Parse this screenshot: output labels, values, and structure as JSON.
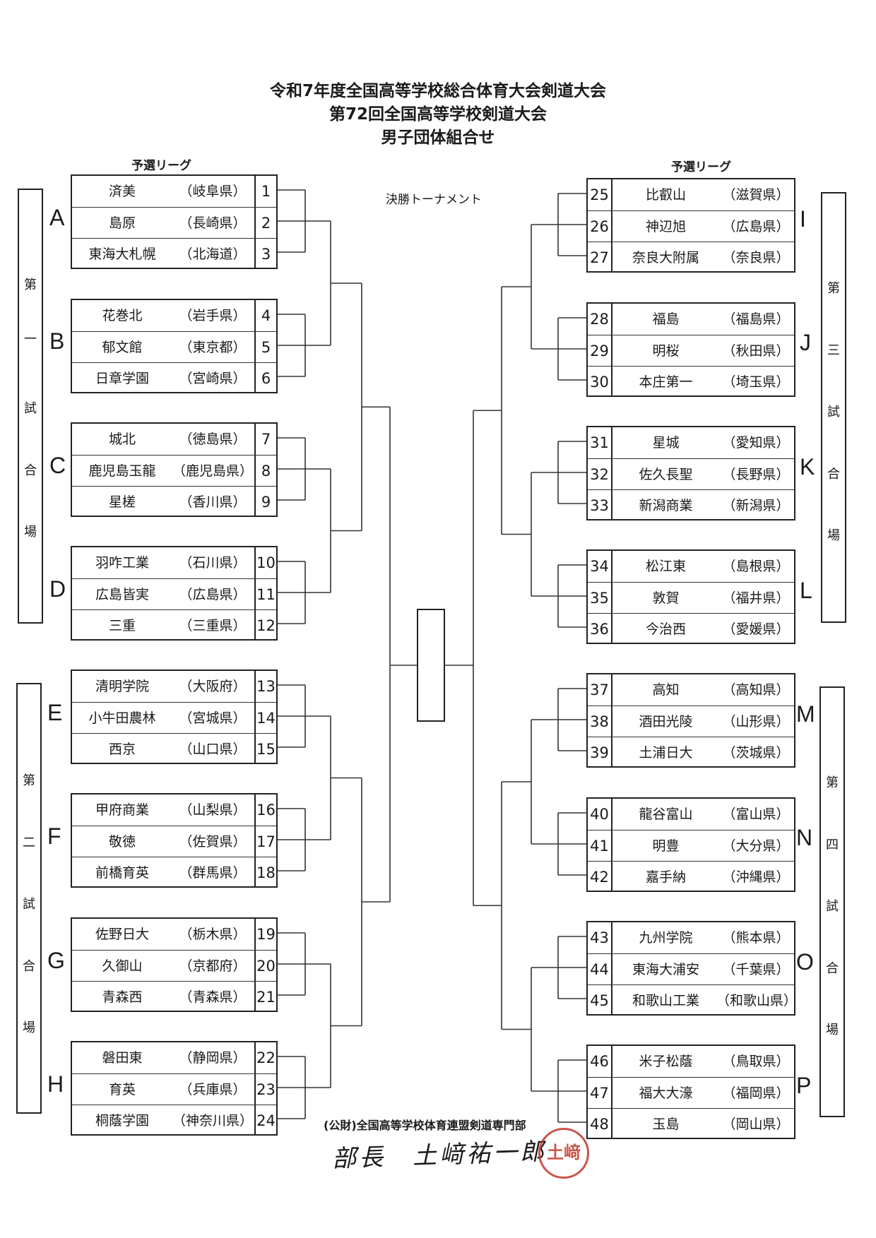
{
  "header": {
    "line1": "令和7年度全国高等学校総合体育大会剣道大会",
    "line2": "第72回全国高等学校剣道大会",
    "line3": "男子団体組合せ"
  },
  "labels": {
    "league_left": "予選リーグ",
    "league_right": "予選リーグ",
    "final": "決勝トーナメント"
  },
  "venues": [
    {
      "chars": [
        "第",
        "一",
        "試",
        "合",
        "場"
      ]
    },
    {
      "chars": [
        "第",
        "二",
        "試",
        "合",
        "場"
      ]
    },
    {
      "chars": [
        "第",
        "三",
        "試",
        "合",
        "場"
      ]
    },
    {
      "chars": [
        "第",
        "四",
        "試",
        "合",
        "場"
      ]
    }
  ],
  "groups": [
    {
      "letter": "A",
      "teams": [
        {
          "num": "1",
          "name": "済美",
          "pref": "（岐阜県）"
        },
        {
          "num": "2",
          "name": "島原",
          "pref": "（長崎県）"
        },
        {
          "num": "3",
          "name": "東海大札幌",
          "pref": "（北海道）"
        }
      ]
    },
    {
      "letter": "B",
      "teams": [
        {
          "num": "4",
          "name": "花巻北",
          "pref": "（岩手県）"
        },
        {
          "num": "5",
          "name": "郁文館",
          "pref": "（東京都）"
        },
        {
          "num": "6",
          "name": "日章学園",
          "pref": "（宮崎県）"
        }
      ]
    },
    {
      "letter": "C",
      "teams": [
        {
          "num": "7",
          "name": "城北",
          "pref": "（徳島県）"
        },
        {
          "num": "8",
          "name": "鹿児島玉龍",
          "pref": "（鹿児島県）"
        },
        {
          "num": "9",
          "name": "星槎",
          "pref": "（香川県）"
        }
      ]
    },
    {
      "letter": "D",
      "teams": [
        {
          "num": "10",
          "name": "羽咋工業",
          "pref": "（石川県）"
        },
        {
          "num": "11",
          "name": "広島皆実",
          "pref": "（広島県）"
        },
        {
          "num": "12",
          "name": "三重",
          "pref": "（三重県）"
        }
      ]
    },
    {
      "letter": "E",
      "teams": [
        {
          "num": "13",
          "name": "清明学院",
          "pref": "（大阪府）"
        },
        {
          "num": "14",
          "name": "小牛田農林",
          "pref": "（宮城県）"
        },
        {
          "num": "15",
          "name": "西京",
          "pref": "（山口県）"
        }
      ]
    },
    {
      "letter": "F",
      "teams": [
        {
          "num": "16",
          "name": "甲府商業",
          "pref": "（山梨県）"
        },
        {
          "num": "17",
          "name": "敬徳",
          "pref": "（佐賀県）"
        },
        {
          "num": "18",
          "name": "前橋育英",
          "pref": "（群馬県）"
        }
      ]
    },
    {
      "letter": "G",
      "teams": [
        {
          "num": "19",
          "name": "佐野日大",
          "pref": "（栃木県）"
        },
        {
          "num": "20",
          "name": "久御山",
          "pref": "（京都府）"
        },
        {
          "num": "21",
          "name": "青森西",
          "pref": "（青森県）"
        }
      ]
    },
    {
      "letter": "H",
      "teams": [
        {
          "num": "22",
          "name": "磐田東",
          "pref": "（静岡県）"
        },
        {
          "num": "23",
          "name": "育英",
          "pref": "（兵庫県）"
        },
        {
          "num": "24",
          "name": "桐蔭学園",
          "pref": "（神奈川県）"
        }
      ]
    },
    {
      "letter": "I",
      "teams": [
        {
          "num": "25",
          "name": "比叡山",
          "pref": "（滋賀県）"
        },
        {
          "num": "26",
          "name": "神辺旭",
          "pref": "（広島県）"
        },
        {
          "num": "27",
          "name": "奈良大附属",
          "pref": "（奈良県）"
        }
      ]
    },
    {
      "letter": "J",
      "teams": [
        {
          "num": "28",
          "name": "福島",
          "pref": "（福島県）"
        },
        {
          "num": "29",
          "name": "明桜",
          "pref": "（秋田県）"
        },
        {
          "num": "30",
          "name": "本庄第一",
          "pref": "（埼玉県）"
        }
      ]
    },
    {
      "letter": "K",
      "teams": [
        {
          "num": "31",
          "name": "星城",
          "pref": "（愛知県）"
        },
        {
          "num": "32",
          "name": "佐久長聖",
          "pref": "（長野県）"
        },
        {
          "num": "33",
          "name": "新潟商業",
          "pref": "（新潟県）"
        }
      ]
    },
    {
      "letter": "L",
      "teams": [
        {
          "num": "34",
          "name": "松江東",
          "pref": "（島根県）"
        },
        {
          "num": "35",
          "name": "敦賀",
          "pref": "（福井県）"
        },
        {
          "num": "36",
          "name": "今治西",
          "pref": "（愛媛県）"
        }
      ]
    },
    {
      "letter": "M",
      "teams": [
        {
          "num": "37",
          "name": "高知",
          "pref": "（高知県）"
        },
        {
          "num": "38",
          "name": "酒田光陵",
          "pref": "（山形県）"
        },
        {
          "num": "39",
          "name": "土浦日大",
          "pref": "（茨城県）"
        }
      ]
    },
    {
      "letter": "N",
      "teams": [
        {
          "num": "40",
          "name": "龍谷富山",
          "pref": "（富山県）"
        },
        {
          "num": "41",
          "name": "明豊",
          "pref": "（大分県）"
        },
        {
          "num": "42",
          "name": "嘉手納",
          "pref": "（沖縄県）"
        }
      ]
    },
    {
      "letter": "O",
      "teams": [
        {
          "num": "43",
          "name": "九州学院",
          "pref": "（熊本県）"
        },
        {
          "num": "44",
          "name": "東海大浦安",
          "pref": "（千葉県）"
        },
        {
          "num": "45",
          "name": "和歌山工業",
          "pref": "（和歌山県）"
        }
      ]
    },
    {
      "letter": "P",
      "teams": [
        {
          "num": "46",
          "name": "米子松蔭",
          "pref": "（鳥取県）"
        },
        {
          "num": "47",
          "name": "福大大濠",
          "pref": "（福岡県）"
        },
        {
          "num": "48",
          "name": "玉島",
          "pref": "（岡山県）"
        }
      ]
    }
  ],
  "footer": {
    "org": "(公財)全国高等学校体育連盟剣道専門部",
    "signature": "部長　土﨑祐一郎",
    "seal_text": "土﨑"
  }
}
